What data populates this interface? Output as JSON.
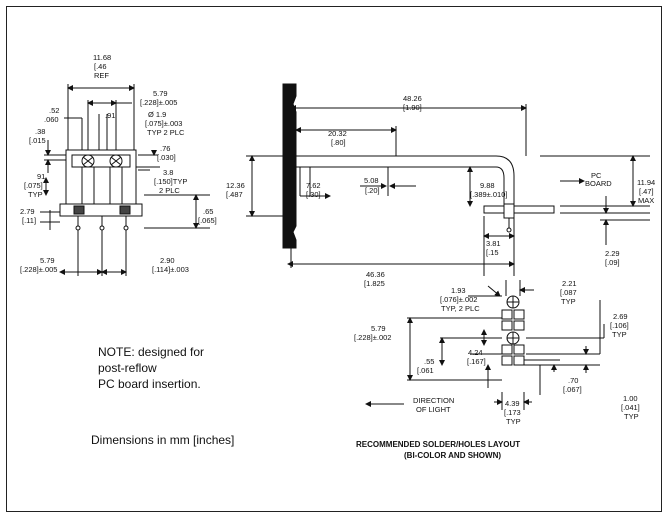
{
  "front_view": {
    "dims": {
      "overall_width_mm": "11.68",
      "overall_width_in": "[.46",
      "overall_width_tag": "REF",
      "pitch_mm": "5.79",
      "pitch_in": "[.228]±.005",
      "offset_mm": ".52",
      "offset_in": ".060",
      "small_top": ".91",
      "pin_dia": "Ø 1.9",
      "pin_tol": "[.075]±.003",
      "pin_typ": "TYP 2 PLC",
      "left_38_mm": ".38",
      "left_38_in": "[.015",
      "right_76_mm": ".76",
      "right_76_in": "[.030]",
      "h38_mm": "3.8",
      "h38_in": "[.150]TYP",
      "h38_plc": "2 PLC",
      "left_91_mm": "91",
      "left_91_in": "[.075]",
      "left_91_typ": "TYP",
      "left_279_mm": "2.79",
      "left_279_in": "[.11]",
      "right_65_mm": ".65",
      "right_65_in": "[.065]",
      "bottom_579_mm": "5.79",
      "bottom_579_in": "[.228]±.005",
      "bottom_290_mm": "2.90",
      "bottom_290_in": "[.114]±.003"
    }
  },
  "side_view": {
    "dims": {
      "length_mm": "48.26",
      "length_in": "[1.90]",
      "d2032_mm": "20.32",
      "d2032_in": "[.80]",
      "d1236_mm": "12.36",
      "d1236_in": "[.487",
      "d762_mm": "7.62",
      "d762_in": "[.30]",
      "d508_mm": "5.08",
      "d508_in": "[.20]",
      "d988_mm": "9.88",
      "d988_in": "[.389±.010]",
      "pc_board_1": "PC",
      "pc_board_2": "BOARD",
      "d1194_mm": "11.94",
      "d1194_in": "[.47]",
      "d1194_max": "MAX",
      "d381_mm": "3.81",
      "d381_in": "[.15",
      "d229_mm": "2.29",
      "d229_in": "[.09]",
      "d4636_mm": "46.36",
      "d4636_in": "[1.825"
    }
  },
  "layout_view": {
    "dims": {
      "d193_mm": "1.93",
      "d193_in": "[.076]±.002",
      "d193_typ": "TYP, 2 PLC",
      "d221_mm": "2.21",
      "d221_in": "[.087",
      "d221_typ": "TYP",
      "d269_mm": "2.69",
      "d269_in": "[.106]",
      "d269_typ": "TYP",
      "d579_mm": "5.79",
      "d579_in": "[.228]±.002",
      "d55_mm": ".55",
      "d55_in": "[.061",
      "d424_mm": "4.24",
      "d424_in": "[.167]",
      "d70_mm": ".70",
      "d70_in": "[.067]",
      "d100_mm": "1.00",
      "d100_in": "[.041]",
      "d100_typ": "TYP",
      "d439_mm": "4.39",
      "d439_in": "[.173",
      "d439_typ": "TYP",
      "direction_1": "DIRECTION",
      "direction_2": "OF LIGHT"
    },
    "caption_1": "RECOMMENDED SOLDER/HOLES LAYOUT",
    "caption_2": "(BI-COLOR AND SHOWN)"
  },
  "notes": {
    "line1": "NOTE: designed for",
    "line2": "post-reflow",
    "line3": "PC board insertion.",
    "units": "Dimensions in mm [inches]"
  }
}
